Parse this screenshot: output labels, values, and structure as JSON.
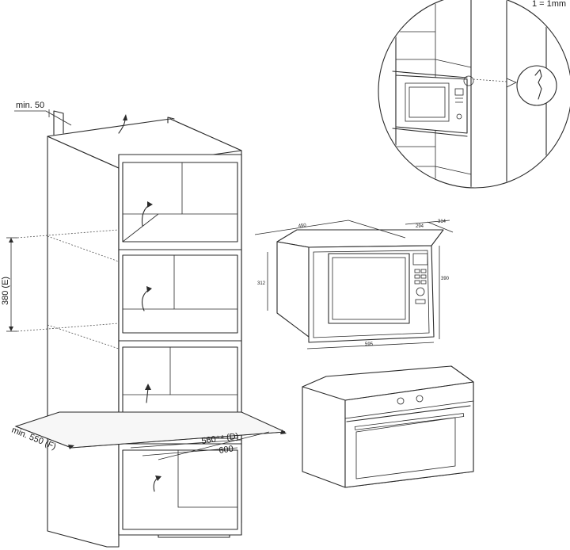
{
  "scale_note": "1 = 1mm",
  "labels": {
    "top_gap": "min. 50",
    "niche_height": "380 (E)",
    "depth_min": "min. 550 (F)",
    "depth_d": "560⁺⁴ (D)",
    "depth_600": "600"
  },
  "micro_dims": {
    "width_back": "450",
    "frame_depth": "294",
    "total_depth": "314",
    "body_height": "312",
    "front_height": "390",
    "front_width": "595"
  },
  "icons": {
    "airflow": "curved-arrow-icon",
    "detail": "magnifier-circle"
  }
}
